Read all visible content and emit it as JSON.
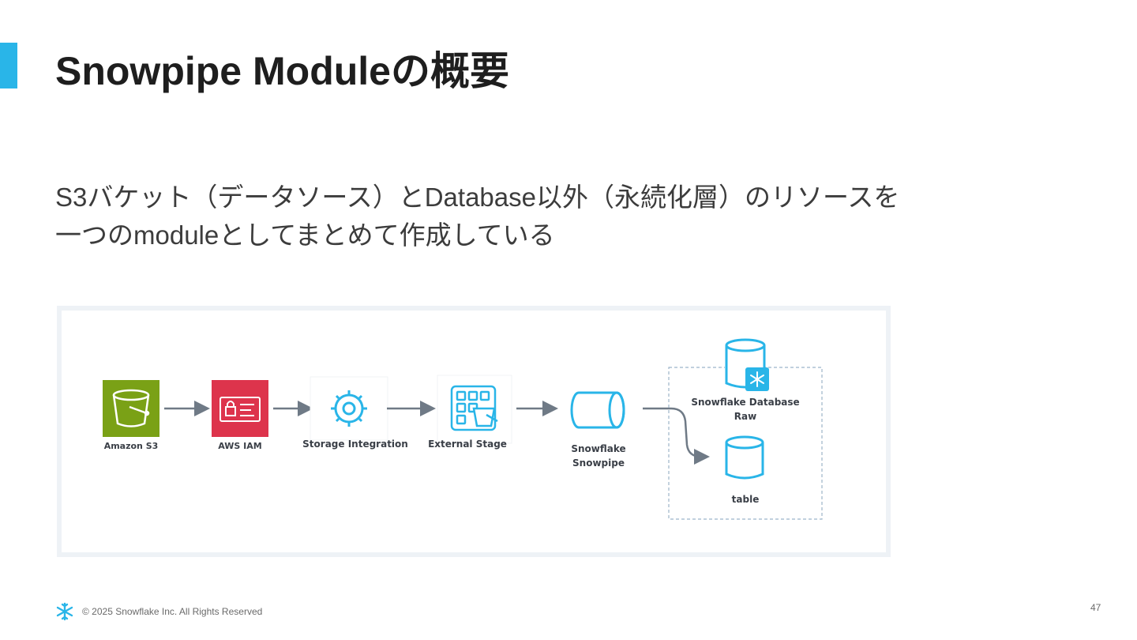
{
  "slide": {
    "title": "Snowpipe Moduleの概要",
    "body_lines": [
      "S3バケット（データソース）とDatabase以外（永続化層）のリソースを",
      "一つのmoduleとしてまとめて作成している"
    ],
    "page_number": "47"
  },
  "diagram": {
    "nodes": {
      "s3": "Amazon S3",
      "iam": "AWS IAM",
      "storage_integration": "Storage Integration",
      "external_stage": "External Stage",
      "snowpipe_line1": "Snowflake",
      "snowpipe_line2": "Snowpipe",
      "database_line1": "Snowflake Database",
      "database_line2": "Raw",
      "table": "table"
    }
  },
  "footer": {
    "copyright": "© 2025 Snowflake Inc. All Rights Reserved"
  },
  "colors": {
    "accent": "#29b5e8",
    "s3_green": "#7aa116",
    "iam_red": "#dd344c",
    "arrow": "#6f7a86",
    "icon_blue": "#29b5e8"
  }
}
